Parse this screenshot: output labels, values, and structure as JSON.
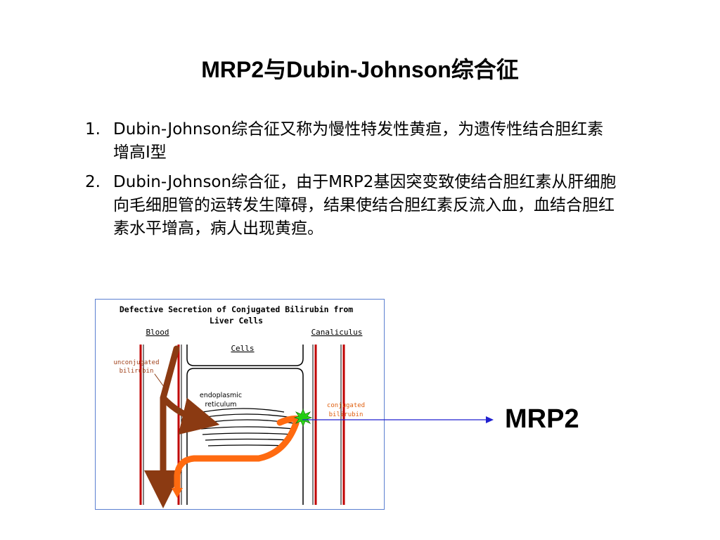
{
  "slide": {
    "title": "MRP2与Dubin-Johnson综合征",
    "points": [
      {
        "number": "1.",
        "text": "Dubin-Johnson综合征又称为慢性特发性黄疸，为遗传性结合胆红素增高Ⅰ型"
      },
      {
        "number": "2.",
        "text": "Dubin-Johnson综合征，由于MRP2基因突变致使结合胆红素从肝细胞向毛细胆管的运转发生障碍，结果使结合胆红素反流入血，血结合胆红素水平增高，病人出现黄疸。"
      }
    ],
    "callout_label": "MRP2"
  },
  "figure": {
    "title_line1": "Defective Secretion of Conjugated Bilirubin from",
    "title_line2": "Liver Cells",
    "label_blood": "Blood",
    "label_canaliculus": "Canaliculus",
    "label_cells": "Cells",
    "label_unconjugated_1": "unconjugated",
    "label_unconjugated_2": "bilirubin",
    "label_er_1": "endoplasmic",
    "label_er_2": "reticulum",
    "label_conjugated_1": "conjugated",
    "label_conjugated_2": "bilirubin",
    "colors": {
      "vessel_red": "#c00000",
      "unconjugated_brown": "#8b3a12",
      "conjugated_orange": "#ff6a10",
      "transporter_green": "#33dd22",
      "connector_blue": "#2020d0",
      "frame_blue": "#5b7fd0"
    }
  }
}
